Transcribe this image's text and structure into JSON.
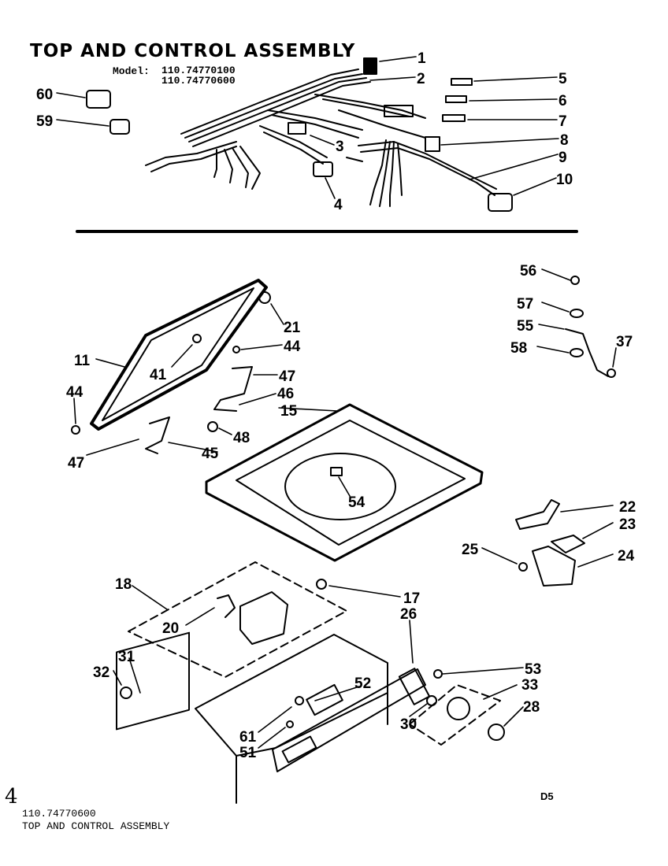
{
  "header": {
    "title": "TOP AND CONTROL ASSEMBLY",
    "model_label": "Model:",
    "model_numbers": [
      "110.74770100",
      "110.74770600"
    ]
  },
  "callouts": [
    "1",
    "2",
    "3",
    "4",
    "5",
    "6",
    "7",
    "8",
    "9",
    "10",
    "60",
    "59",
    "56",
    "57",
    "55",
    "58",
    "37",
    "21",
    "44",
    "11",
    "41",
    "47",
    "46",
    "44",
    "15",
    "48",
    "47",
    "45",
    "54",
    "22",
    "23",
    "25",
    "24",
    "18",
    "17",
    "26",
    "20",
    "53",
    "33",
    "32",
    "31",
    "52",
    "28",
    "61",
    "51",
    "30"
  ],
  "footer": {
    "mark": "4",
    "model_number": "110.74770600",
    "title": "TOP AND CONTROL ASSEMBLY",
    "code": "D5"
  }
}
